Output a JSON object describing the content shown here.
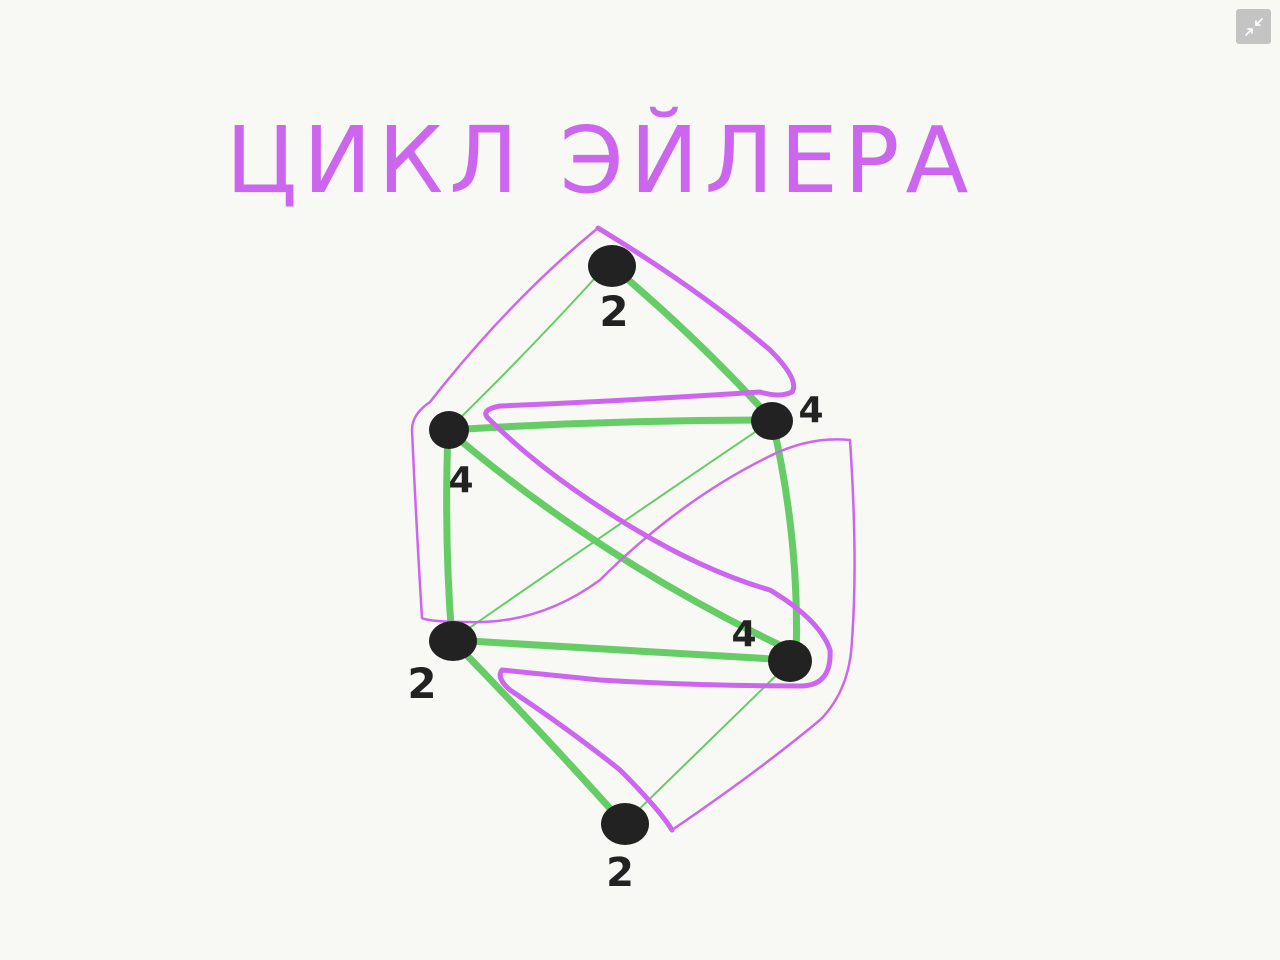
{
  "title": "ЦИКЛ ЭЙЛЕРА",
  "colors": {
    "background": "#f8f8f4",
    "title": "#cc66ee",
    "cycle": "#cc66ee",
    "edge": "#66cc66",
    "vertex": "#222222",
    "label": "#222222",
    "button": "#c4c4c4"
  },
  "vertices": [
    {
      "id": "top",
      "degree": "2"
    },
    {
      "id": "upper-left",
      "degree": "4"
    },
    {
      "id": "upper-right",
      "degree": "4"
    },
    {
      "id": "lower-left",
      "degree": "2"
    },
    {
      "id": "lower-right",
      "degree": "4"
    },
    {
      "id": "bottom",
      "degree": "2"
    }
  ],
  "toolbar": {
    "minimize_icon": "collapse-arrows-icon"
  }
}
